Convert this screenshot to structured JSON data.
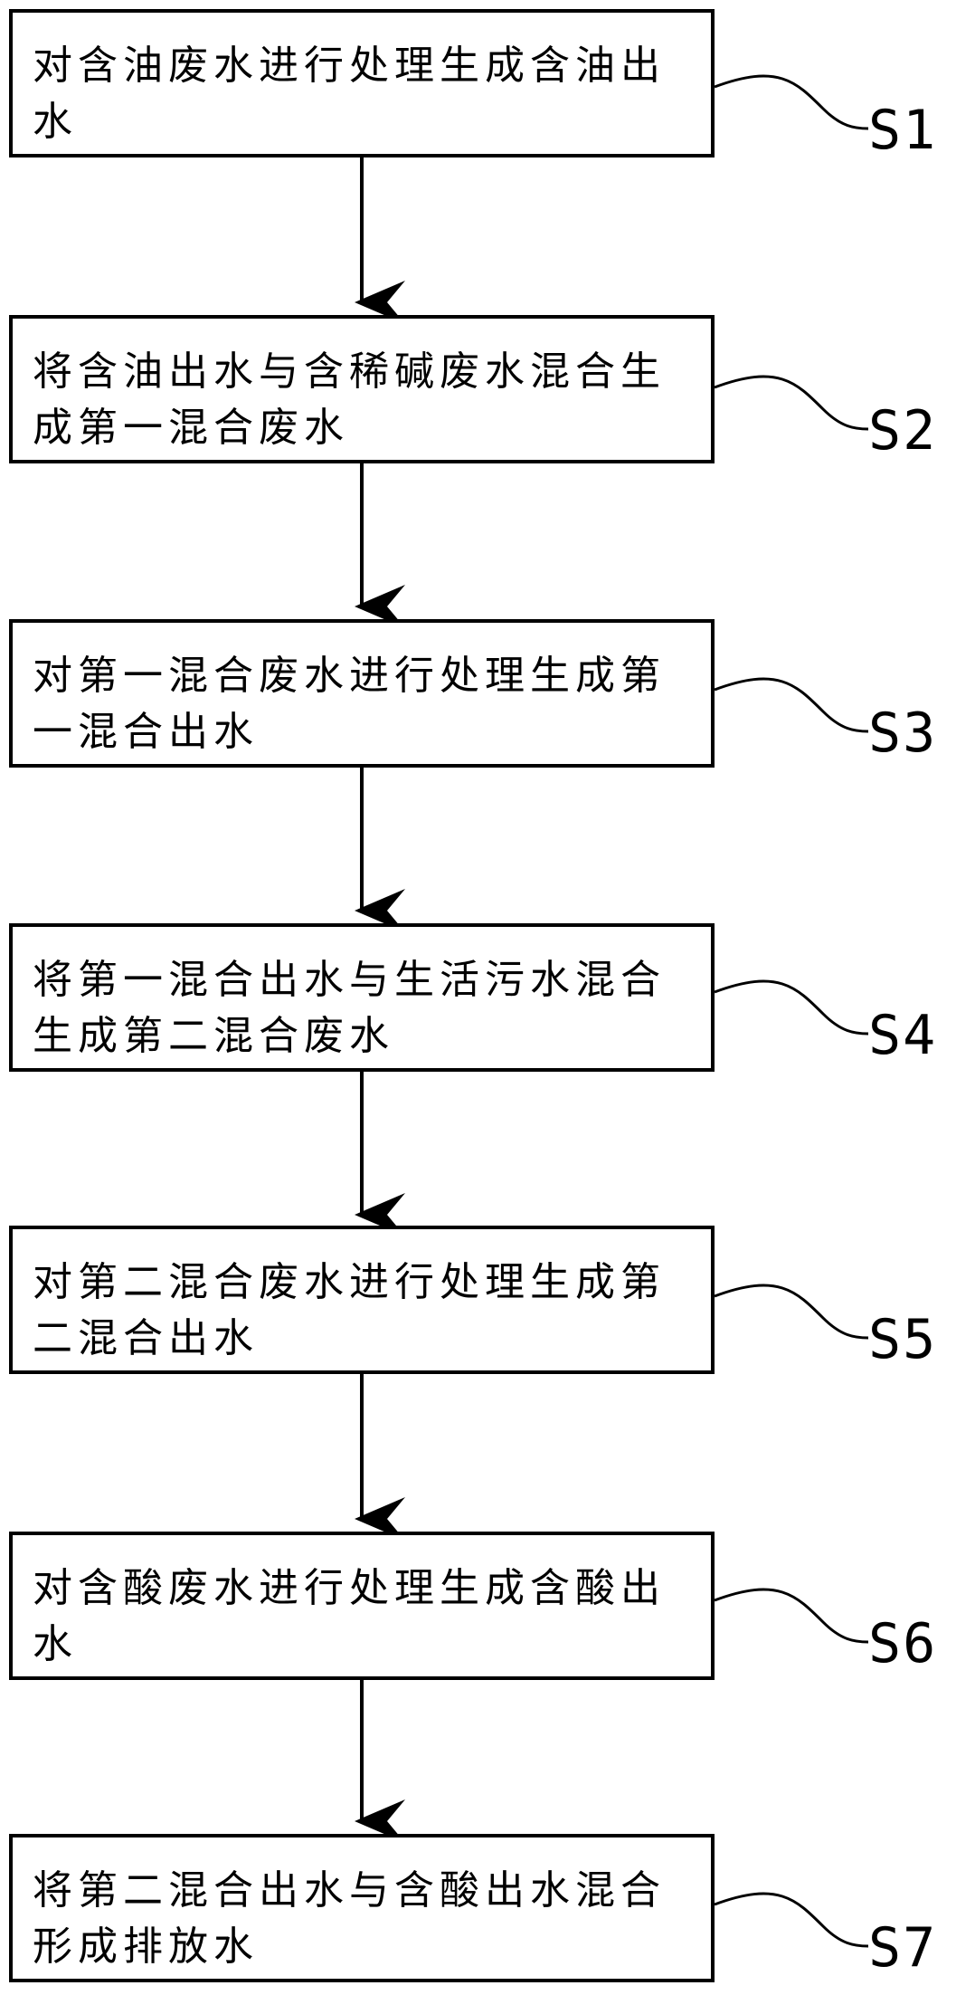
{
  "steps": [
    {
      "id": "S1",
      "text": "对含油废水进行处理生成含油出水"
    },
    {
      "id": "S2",
      "text": "将含油出水与含稀碱废水混合生成第一混合废水"
    },
    {
      "id": "S3",
      "text": "对第一混合废水进行处理生成第一混合出水"
    },
    {
      "id": "S4",
      "text": "将第一混合出水与生活污水混合生成第二混合废水"
    },
    {
      "id": "S5",
      "text": "对第二混合废水进行处理生成第二混合出水"
    },
    {
      "id": "S6",
      "text": "对含酸废水进行处理生成含酸出水"
    },
    {
      "id": "S7",
      "text": "将第二混合出水与含酸出水混合形成排放水"
    }
  ]
}
